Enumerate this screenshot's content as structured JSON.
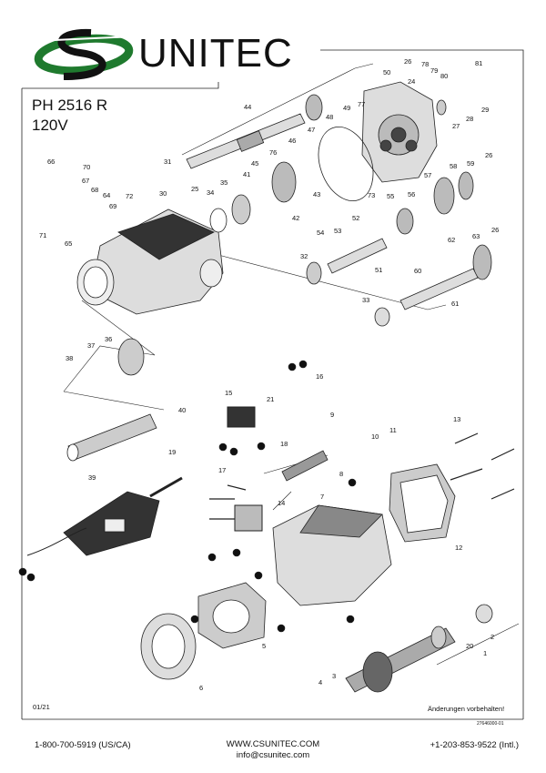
{
  "brand": {
    "name": "UNITEC",
    "colors": {
      "green": "#1f7a2e",
      "black": "#111111"
    }
  },
  "model": {
    "name": "PH 2516 R",
    "voltage": "120V"
  },
  "callouts": {
    "p1": "1",
    "p2": "2",
    "p3": "3",
    "p4": "4",
    "p5": "5",
    "p6": "6",
    "p7": "7",
    "p8": "8",
    "p9": "9",
    "p10": "10",
    "p11": "11",
    "p12": "12",
    "p13": "13",
    "p14": "14",
    "p15": "15",
    "p16": "16",
    "p17": "17",
    "p18": "18",
    "p19": "19",
    "p20": "20",
    "p21": "21",
    "p24": "24",
    "p25": "25",
    "p26": "26",
    "p27": "27",
    "p28": "28",
    "p29": "29",
    "p30": "30",
    "p31": "31",
    "p32": "32",
    "p33": "33",
    "p34": "34",
    "p35": "35",
    "p36": "36",
    "p37": "37",
    "p38": "38",
    "p39": "39",
    "p40": "40",
    "p41": "41",
    "p42": "42",
    "p43": "43",
    "p44": "44",
    "p45": "45",
    "p46": "46",
    "p47": "47",
    "p48": "48",
    "p49": "49",
    "p50": "50",
    "p51": "51",
    "p52": "52",
    "p53": "53",
    "p54": "54",
    "p55": "55",
    "p56": "56",
    "p57": "57",
    "p58": "58",
    "p59": "59",
    "p60": "60",
    "p61": "61",
    "p62": "62",
    "p63": "63",
    "p64": "64",
    "p65": "65",
    "p66": "66",
    "p67": "67",
    "p68": "68",
    "p69": "69",
    "p70": "70",
    "p71": "71",
    "p72": "72",
    "p73": "73",
    "p76": "76",
    "p77": "77",
    "p78": "78",
    "p79": "79",
    "p80": "80",
    "p81": "81"
  },
  "wire_marks": {
    "w1": "1",
    "w2": "2",
    "w3": "3",
    "w4": "4",
    "w5": "5"
  },
  "date_code": "01/21",
  "disclaimer": "Änderungen vorbehalten!",
  "doc_number": "27646000-01",
  "footer": {
    "phone_us": "1-800-700-5919 (US/CA)",
    "website": "WWW.CSUNITEC.COM",
    "email": "info@csunitec.com",
    "phone_intl": "+1-203-853-9522 (Intl.)"
  }
}
